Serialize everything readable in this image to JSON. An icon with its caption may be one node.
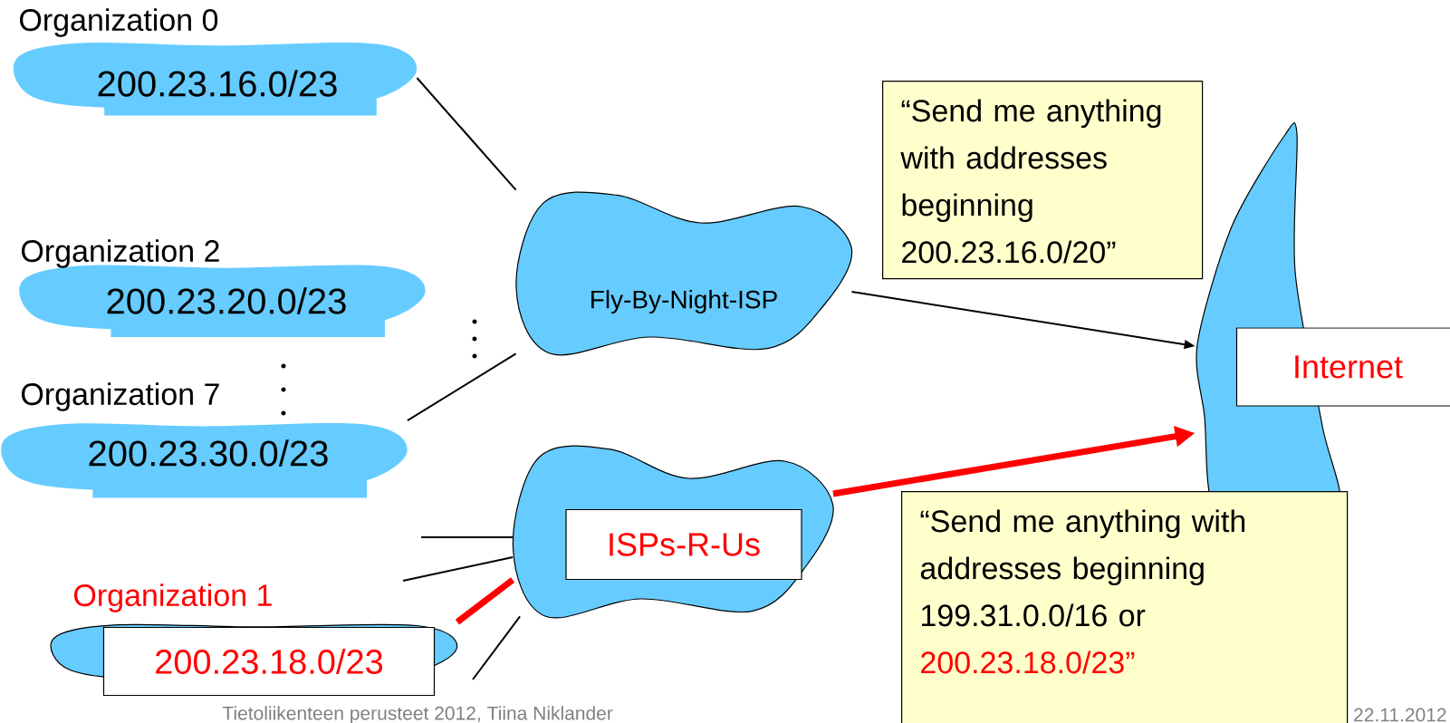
{
  "diagram": {
    "nodes": [
      {
        "text": [
          "Organization 0",
          "200.23.16.0/23"
        ]
      },
      {
        "text": [
          "Organization 2",
          "200.23.20.0/23"
        ]
      },
      {
        "text": [
          "Organization 7",
          "200.23.30.0/23"
        ]
      },
      {
        "text": [
          "Organization 1",
          "200.23.18.0/23"
        ]
      },
      {
        "text": [
          "Fly-By-Night-ISP"
        ]
      },
      {
        "text": [
          "ISPs-R-Us"
        ]
      },
      {
        "text": [
          "Internet"
        ]
      },
      {
        "text": [
          "“Send me anything with addresses beginning 200.23.16.0/20”"
        ]
      },
      {
        "text": [
          "“Send me anything with addresses beginning 199.31.0.0/16 or",
          "200.23.18.0/23”"
        ]
      }
    ],
    "edges": [
      {
        "from": 0,
        "to": 4,
        "arrow": "none"
      },
      {
        "from": 2,
        "to": 4,
        "arrow": "none"
      },
      {
        "from": 4,
        "to": 6,
        "arrow": "to"
      },
      {
        "from": 5,
        "to": 6,
        "arrow": "to",
        "style": "thick",
        "color": "#ff0000"
      },
      {
        "from": 3,
        "to": 5,
        "arrow": "none",
        "style": "thick",
        "color": "#ff0000"
      },
      {
        "from": null,
        "to": 5,
        "arrow": "none"
      },
      {
        "from": null,
        "to": 5,
        "arrow": "none"
      },
      {
        "from": null,
        "to": 5,
        "arrow": "none"
      }
    ],
    "labels": [
      "Tietoliikenteen perusteet 2012, Tiina Niklander",
      "22.11.2012"
    ]
  }
}
